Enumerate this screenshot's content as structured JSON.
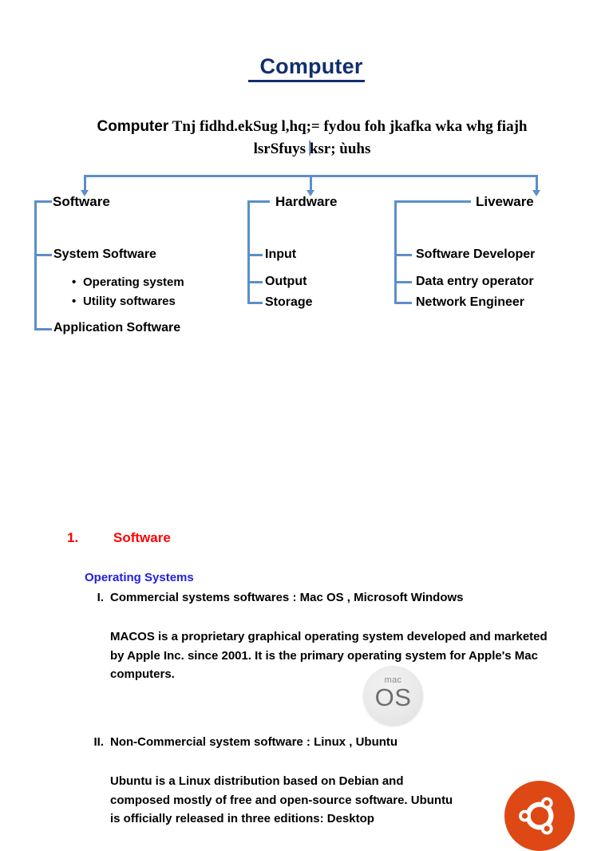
{
  "document": {
    "title": "Computer",
    "title_color": "#102f6e"
  },
  "intro": {
    "lead": "Computer",
    "text_line1": "Tnj fidhd.ekSug l,hq;= fydou foh jkafka wka whg fiajh",
    "text_line2_a": "lsrSfuys ",
    "text_line2_b": "ksr; ùuhs",
    "caret_present": true
  },
  "diagram": {
    "line_color": "#5b8fc9",
    "branches": [
      {
        "title": "Software",
        "children": [
          {
            "label": "System Software",
            "bullets": [
              "Operating system",
              "Utility softwares"
            ]
          },
          {
            "label": "Application Software",
            "bullets": []
          }
        ]
      },
      {
        "title": "Hardware",
        "children": [
          {
            "label": "Input",
            "bullets": []
          },
          {
            "label": "Output",
            "bullets": []
          },
          {
            "label": "Storage",
            "bullets": []
          }
        ]
      },
      {
        "title": "Liveware",
        "children": [
          {
            "label": "Software Developer",
            "bullets": []
          },
          {
            "label": "Data entry operator",
            "bullets": []
          },
          {
            "label": "Network Engineer",
            "bullets": []
          }
        ]
      }
    ]
  },
  "section": {
    "number": "1.",
    "title": "Software",
    "title_color": "#ff0000",
    "subheading": "Operating Systems",
    "subheading_color": "#2020e0",
    "items": [
      {
        "marker": "I.",
        "heading": "Commercial systems softwares : Mac OS , Microsoft Windows",
        "paragraph": "MACOS is a proprietary graphical operating system developed and marketed by Apple Inc. since 2001. It is the primary operating system for Apple's Mac computers.",
        "logo": {
          "name": "macos-logo",
          "top_text": "mac",
          "main_text": "OS",
          "color": "#e9e9e9"
        }
      },
      {
        "marker": "II.",
        "heading": "Non-Commercial system software : Linux , Ubuntu",
        "paragraph": "Ubuntu is a Linux distribution based on Debian and composed mostly of free and open-source software. Ubuntu is officially released in three editions: Desktop",
        "logo": {
          "name": "ubuntu-logo",
          "color": "#dd4814"
        }
      }
    ]
  }
}
